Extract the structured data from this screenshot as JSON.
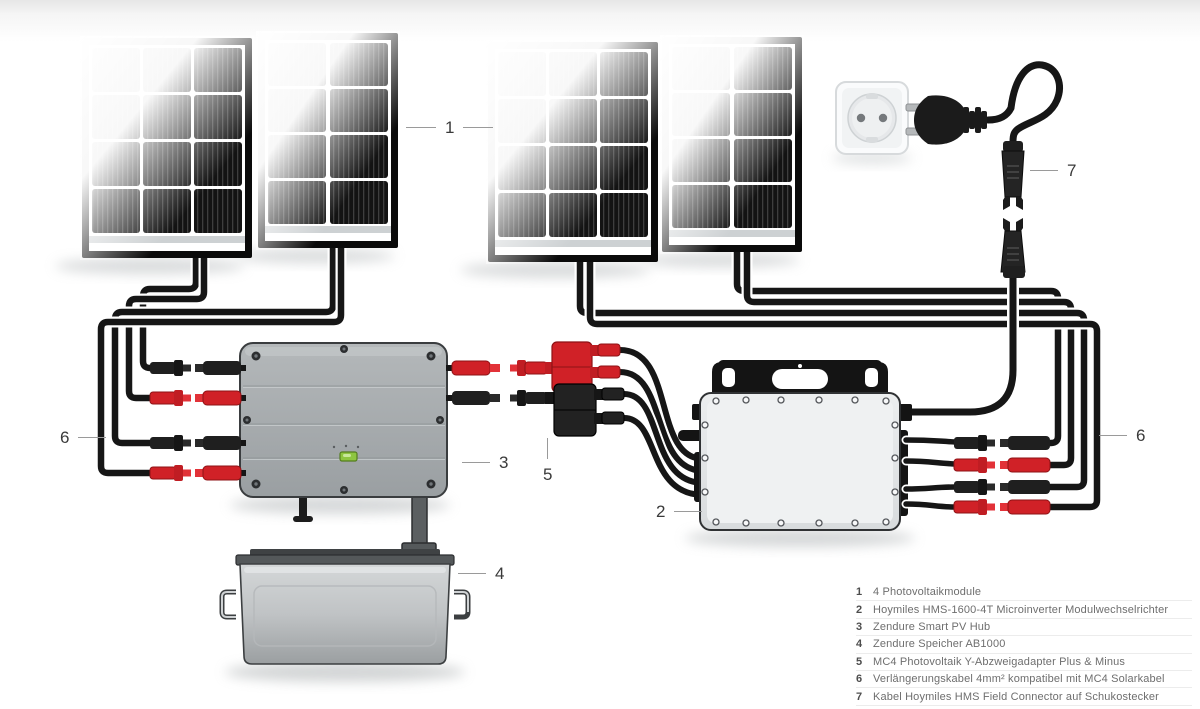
{
  "diagram": {
    "type": "balcony-solar-wiring-diagram",
    "language": "de"
  },
  "callouts": {
    "n1": "1",
    "n2": "2",
    "n3": "3",
    "n4": "4",
    "n5": "5",
    "n6": "6",
    "n7": "7"
  },
  "legend": {
    "items": [
      {
        "num": "1",
        "text": "4 Photovoltaikmodule"
      },
      {
        "num": "2",
        "text": "Hoymiles HMS-1600-4T Microinverter Modulwechselrichter"
      },
      {
        "num": "3",
        "text": "Zendure Smart PV Hub"
      },
      {
        "num": "4",
        "text": "Zendure Speicher AB1000"
      },
      {
        "num": "5",
        "text": "MC4 Photovoltaik Y-Abzweigadapter Plus & Minus"
      },
      {
        "num": "6",
        "text": "Verlängerungskabel 4mm² kompatibel mit MC4 Solarkabel"
      },
      {
        "num": "7",
        "text": "Kabel Hoymiles HMS Field Connector auf Schukostecker"
      }
    ]
  },
  "palette": {
    "cable": "#161616",
    "connector_red": "#d02127",
    "connector_black": "#1f1f1f",
    "panel_frame": "#0a0a0a",
    "hub_body": "#a9aeb1",
    "inverter_body": "#e4e6e8",
    "battery_body": "#c3c6c8",
    "battery_lid": "#4a4e50",
    "led_green": "#8ec540",
    "socket_plate": "#f7f8f9",
    "label_text": "#3a3a3a",
    "legend_text": "#6e6e6e"
  }
}
